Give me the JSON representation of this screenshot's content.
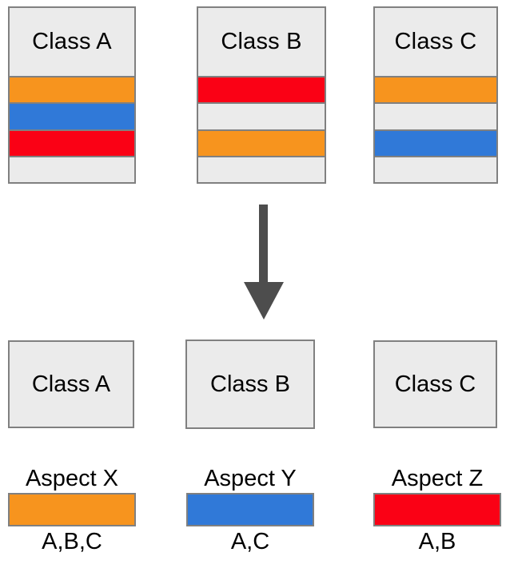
{
  "diagram": {
    "colors": {
      "orange": "#f7941e",
      "blue": "#3079d8",
      "red": "#fa0115",
      "gray": "#ebebeb",
      "border": "#808080",
      "arrow": "#4d4d4d",
      "background": "#ffffff"
    },
    "top_row": {
      "boxes": [
        {
          "label": "Class A",
          "stripes": [
            {
              "aspect": "Aspect X",
              "color_name": "orange"
            },
            {
              "aspect": "Aspect Y",
              "color_name": "blue"
            },
            {
              "aspect": "Aspect Z",
              "color_name": "red"
            },
            {
              "aspect": "",
              "color_name": "gray"
            }
          ]
        },
        {
          "label": "Class B",
          "stripes": [
            {
              "aspect": "Aspect Z",
              "color_name": "red"
            },
            {
              "aspect": "",
              "color_name": "gray"
            },
            {
              "aspect": "Aspect X",
              "color_name": "orange"
            },
            {
              "aspect": "",
              "color_name": "gray"
            }
          ]
        },
        {
          "label": "Class C",
          "stripes": [
            {
              "aspect": "Aspect X",
              "color_name": "orange"
            },
            {
              "aspect": "",
              "color_name": "gray"
            },
            {
              "aspect": "Aspect Y",
              "color_name": "blue"
            },
            {
              "aspect": "",
              "color_name": "gray"
            }
          ]
        }
      ]
    },
    "arrow": {
      "name": "downward-arrow",
      "direction": "down",
      "color": "#4d4d4d"
    },
    "bottom_row": {
      "boxes": [
        {
          "label": "Class A"
        },
        {
          "label": "Class B"
        },
        {
          "label": "Class C"
        }
      ]
    },
    "legend": {
      "items": [
        {
          "title": "Aspect X",
          "color_name": "orange",
          "members": "A,B,C"
        },
        {
          "title": "Aspect Y",
          "color_name": "blue",
          "members": "A,C"
        },
        {
          "title": "Aspect Z",
          "color_name": "red",
          "members": "A,B"
        }
      ]
    }
  }
}
